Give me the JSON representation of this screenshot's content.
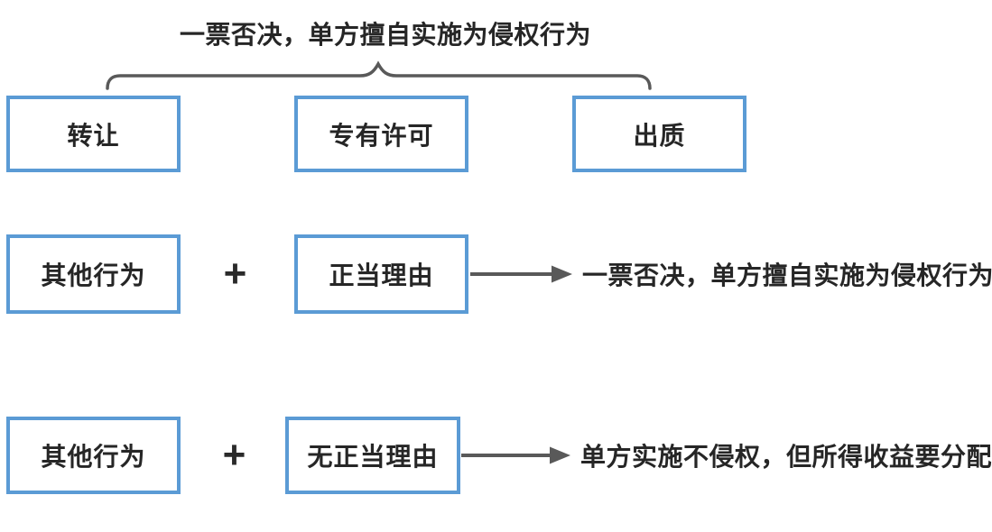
{
  "diagram": {
    "title": "一票否决，单方擅自实施为侵权行为",
    "top_row": {
      "boxes": [
        "转让",
        "专有许可",
        "出质"
      ]
    },
    "rows": [
      {
        "box1": "其他行为",
        "operator": "+",
        "box2": "正当理由",
        "result": "一票否决，单方擅自实施为侵权行为"
      },
      {
        "box1": "其他行为",
        "operator": "+",
        "box2": "无正当理由",
        "result": "单方实施不侵权，但所得收益要分配"
      }
    ],
    "colors": {
      "box_border": "#5B9BD5",
      "connector": "#595959",
      "text": "#262626",
      "background": "#ffffff"
    }
  }
}
